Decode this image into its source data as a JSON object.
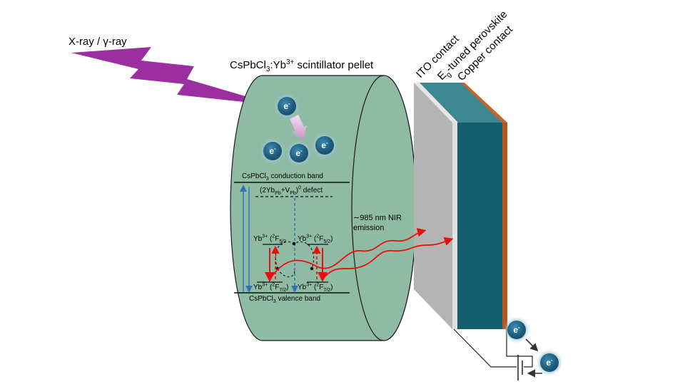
{
  "source": {
    "label": "X-ray / γ-ray",
    "ray_color": "#9b2fa0"
  },
  "pellet": {
    "title_prefix": "CsPbCl",
    "title_sub": "3",
    "title_mid": ":Yb",
    "title_sup": "3+",
    "title_suffix": " scintillator pellet",
    "fill_color": "#8fbba5"
  },
  "electron": {
    "symbol": "e",
    "charge": "-"
  },
  "bands": {
    "conduction_prefix": "CsPbCl",
    "conduction_sub": "3",
    "conduction_suffix": " conduction band",
    "defect_a": "(2Yb",
    "defect_a_sub": "Pb",
    "defect_b": "+V",
    "defect_b_sub": "Pb",
    "defect_c": ")",
    "defect_sup": "0",
    "defect_suffix": " defect",
    "valence_prefix": "CsPbCl",
    "valence_sub": "3",
    "valence_suffix": " valence band",
    "yb": "Yb",
    "yb_sup": "3+",
    "excited_open": " (",
    "excited_sup": "2",
    "excited_term": "F",
    "excited_sub": "5/2",
    "excited_close": ")",
    "ground_open": " (",
    "ground_sup": "2",
    "ground_term": "F",
    "ground_sub": "7/2",
    "ground_close": ")"
  },
  "emission": {
    "label_line1": "∼985 nm NIR",
    "label_line2": "emission",
    "color": "#e8100e"
  },
  "device": {
    "layers": [
      {
        "name": "ITO contact",
        "color": "#b4b4b4"
      },
      {
        "name_prefix": "E",
        "name_sub": "g",
        "name_suffix": "-tuned perovskite",
        "color": "#135f6e"
      },
      {
        "name": "Copper contact",
        "color": "#c8622a"
      }
    ]
  }
}
